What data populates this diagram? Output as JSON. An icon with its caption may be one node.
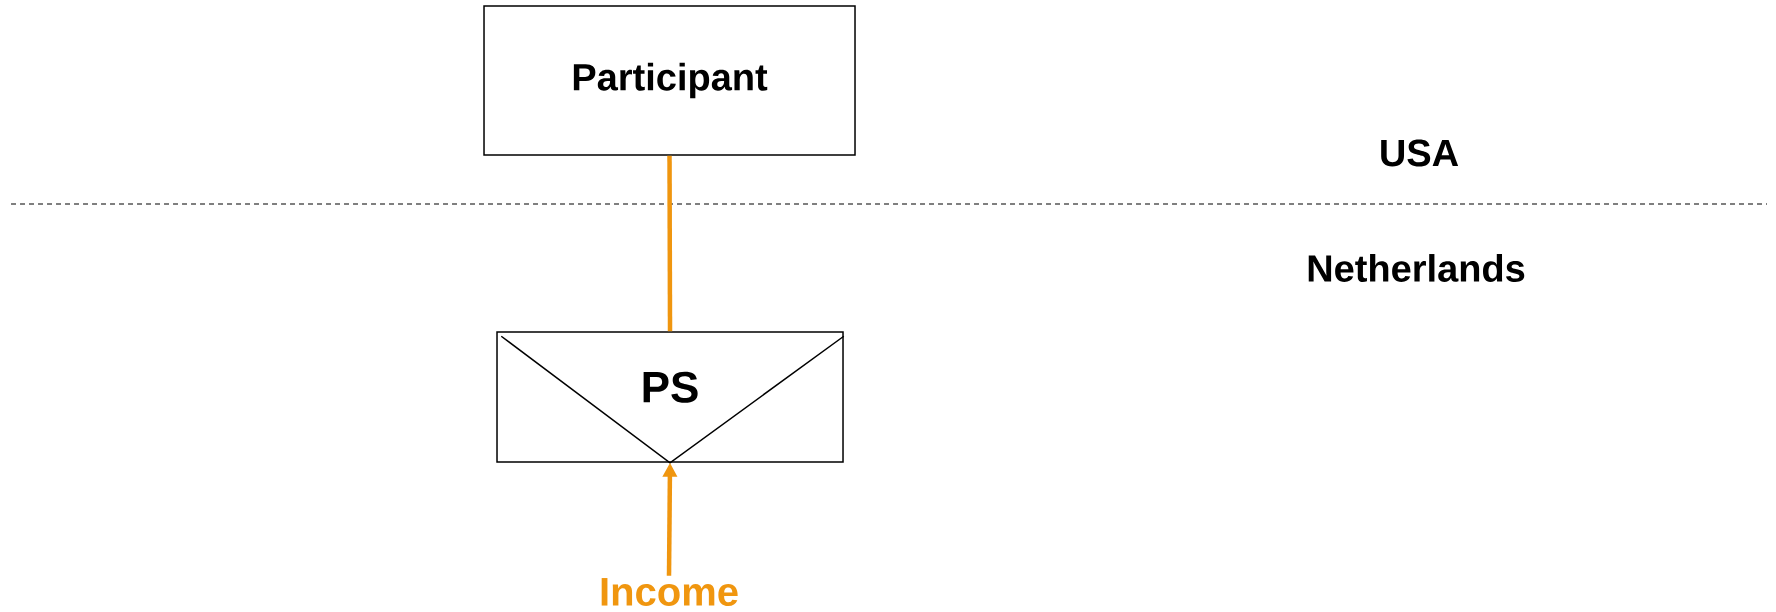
{
  "diagram": {
    "nodes": [
      {
        "text": [
          "Participant"
        ]
      },
      {
        "text": [
          "PS"
        ]
      },
      {
        "text": [
          "Income"
        ]
      }
    ],
    "edges": [
      {
        "from": 0,
        "to": 1,
        "arrow": "none",
        "color": "#f0960f"
      },
      {
        "from": 2,
        "to": 1,
        "arrow": "to",
        "color": "#f0960f"
      }
    ],
    "labels": [
      "USA",
      "Netherlands"
    ]
  }
}
